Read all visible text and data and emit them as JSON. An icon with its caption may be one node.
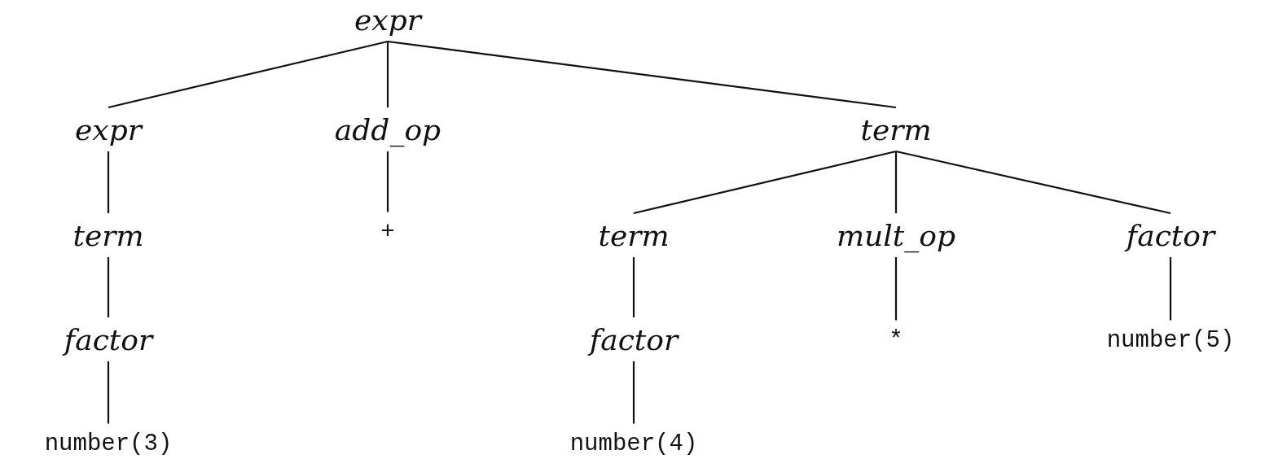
{
  "diagram": {
    "nodes": [
      {
        "text": [
          "expr"
        ]
      },
      {
        "text": [
          "expr"
        ]
      },
      {
        "text": [
          "add_op"
        ]
      },
      {
        "text": [
          "term"
        ]
      },
      {
        "text": [
          "term"
        ]
      },
      {
        "text": [
          "+"
        ]
      },
      {
        "text": [
          "term"
        ]
      },
      {
        "text": [
          "mult_op"
        ]
      },
      {
        "text": [
          "factor"
        ]
      },
      {
        "text": [
          "factor"
        ]
      },
      {
        "text": [
          "factor"
        ]
      },
      {
        "text": [
          "*"
        ]
      },
      {
        "text": [
          "number(5)"
        ]
      },
      {
        "text": [
          "number(3)"
        ]
      },
      {
        "text": [
          "number(4)"
        ]
      }
    ],
    "edges": [
      {
        "from": 0,
        "to": 1,
        "arrow": "none"
      },
      {
        "from": 0,
        "to": 2,
        "arrow": "none"
      },
      {
        "from": 0,
        "to": 3,
        "arrow": "none"
      },
      {
        "from": 1,
        "to": 4,
        "arrow": "none"
      },
      {
        "from": 2,
        "to": 5,
        "arrow": "none"
      },
      {
        "from": 3,
        "to": 6,
        "arrow": "none"
      },
      {
        "from": 3,
        "to": 7,
        "arrow": "none"
      },
      {
        "from": 3,
        "to": 8,
        "arrow": "none"
      },
      {
        "from": 4,
        "to": 9,
        "arrow": "none"
      },
      {
        "from": 6,
        "to": 10,
        "arrow": "none"
      },
      {
        "from": 7,
        "to": 11,
        "arrow": "none"
      },
      {
        "from": 8,
        "to": 12,
        "arrow": "none"
      },
      {
        "from": 9,
        "to": 13,
        "arrow": "none"
      },
      {
        "from": 10,
        "to": 14,
        "arrow": "none"
      }
    ]
  }
}
